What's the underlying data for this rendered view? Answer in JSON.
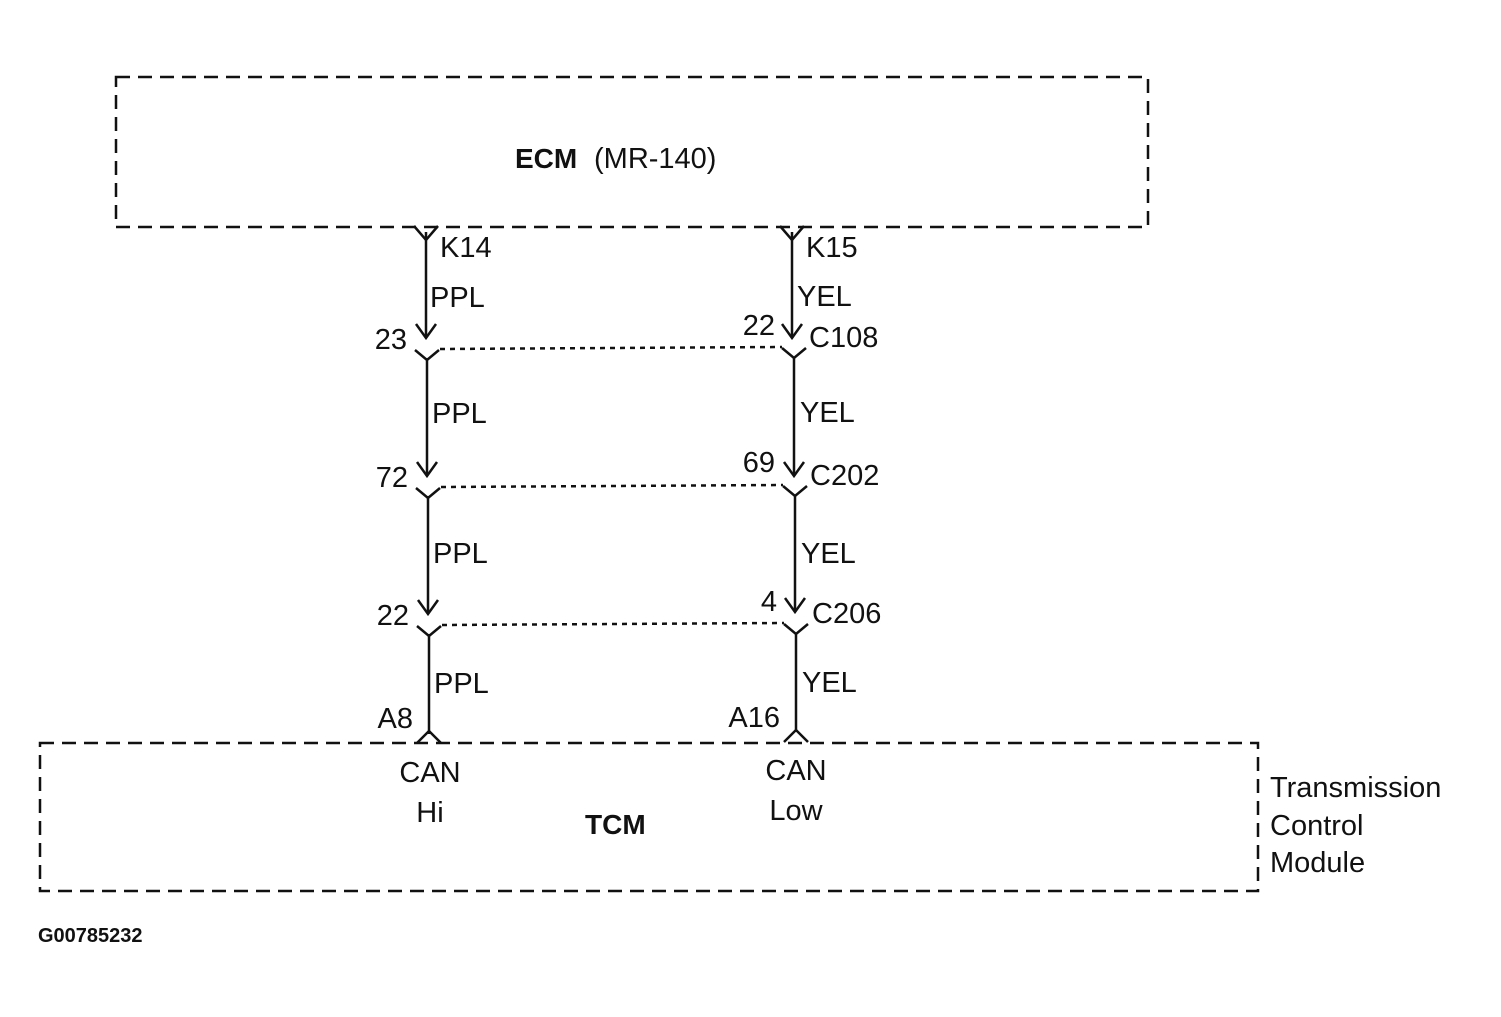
{
  "ecm": {
    "name": "ECM",
    "part": "(MR-140)"
  },
  "tcm": {
    "name": "TCM",
    "side_label": [
      "Transmission",
      "Control",
      "Module"
    ],
    "can_hi": [
      "CAN",
      "Hi"
    ],
    "can_low": [
      "CAN",
      "Low"
    ]
  },
  "wires": {
    "left": {
      "start_pin": "K14",
      "end_pin": "A8",
      "segments": [
        "PPL",
        "PPL",
        "PPL",
        "PPL"
      ],
      "connector_pins": [
        "23",
        "72",
        "22"
      ]
    },
    "right": {
      "start_pin": "K15",
      "end_pin": "A16",
      "segments": [
        "YEL",
        "YEL",
        "YEL",
        "YEL"
      ],
      "connector_pins": [
        "22",
        "69",
        "4"
      ]
    }
  },
  "connectors": [
    "C108",
    "C202",
    "C206"
  ],
  "figure_id": "G00785232"
}
